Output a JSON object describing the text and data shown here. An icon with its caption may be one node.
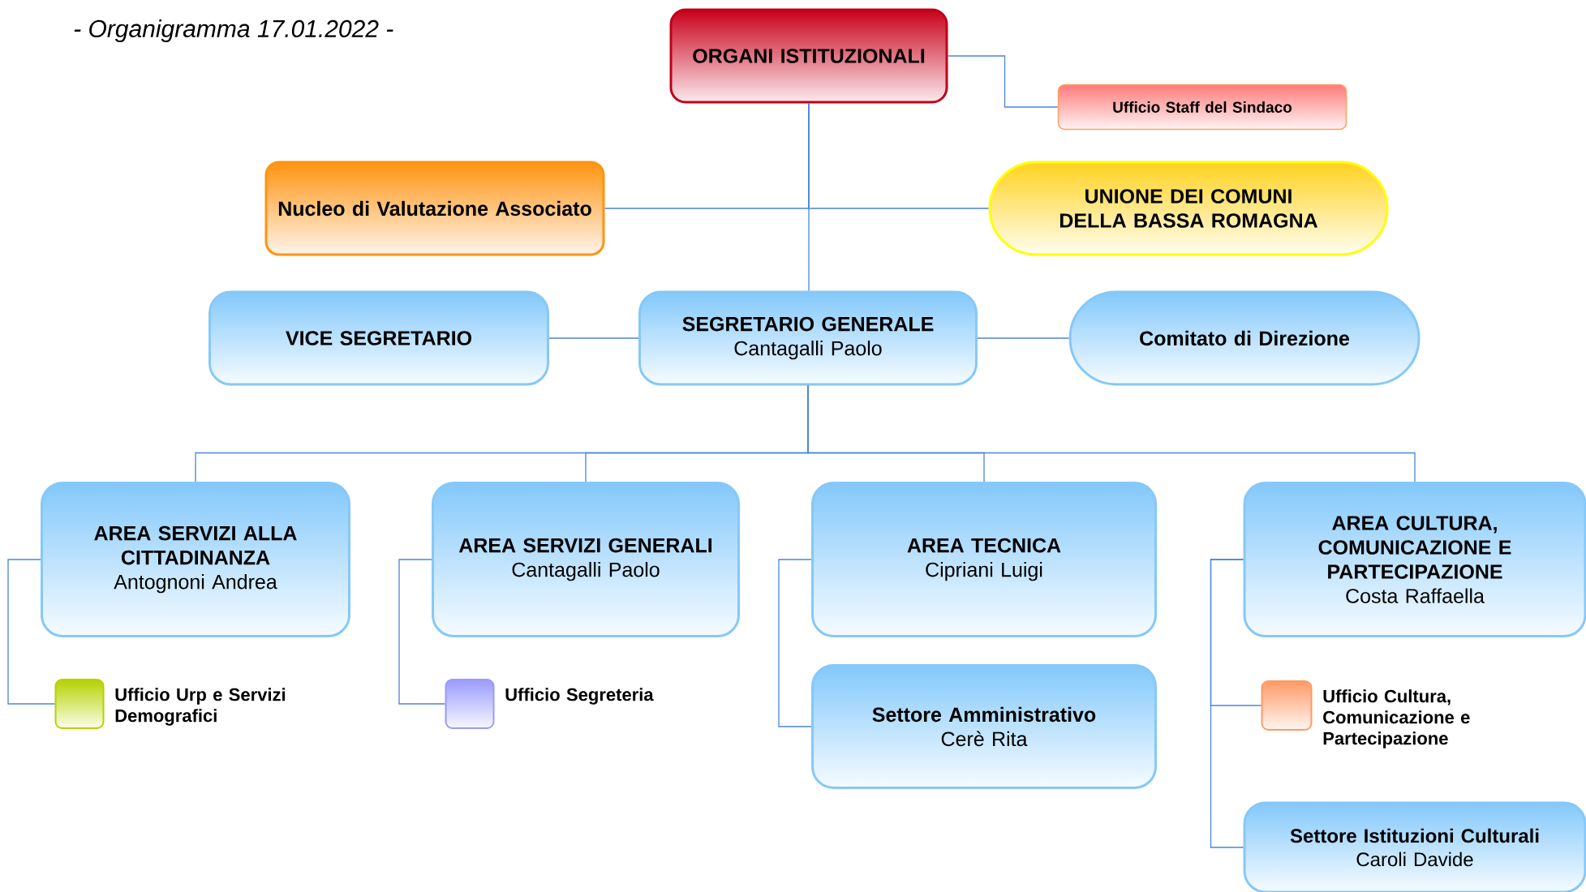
{
  "diagram": {
    "title": "- Organigramma 17.01.2022 -",
    "nodes": [
      {
        "text": [
          "ORGANI ISTITUZIONALI"
        ]
      },
      {
        "text": [
          "Ufficio Staff del Sindaco"
        ]
      },
      {
        "text": [
          "Nucleo di Valutazione Associato"
        ]
      },
      {
        "text": [
          "UNIONE DEI COMUNI DELLA BASSA ROMAGNA"
        ]
      },
      {
        "text": [
          "VICE SEGRETARIO"
        ]
      },
      {
        "text": [
          "SEGRETARIO GENERALE",
          "Cantagalli Paolo"
        ]
      },
      {
        "text": [
          "Comitato di Direzione"
        ]
      },
      {
        "text": [
          "AREA SERVIZI ALLA CITTADINANZA",
          "Antognoni Andrea"
        ]
      },
      {
        "text": [
          "Ufficio Urp e Servizi Demografici"
        ]
      },
      {
        "text": [
          "AREA SERVIZI GENERALI",
          "Cantagalli Paolo"
        ]
      },
      {
        "text": [
          "Ufficio Segreteria"
        ]
      },
      {
        "text": [
          "AREA TECNICA",
          "Cipriani Luigi"
        ]
      },
      {
        "text": [
          "Settore Amministrativo",
          "Cerè Rita"
        ]
      },
      {
        "text": [
          "AREA CULTURA, COMUNICAZIONE E PARTECIPAZIONE",
          "Costa Raffaella"
        ]
      },
      {
        "text": [
          "Ufficio Cultura, Comunicazione e Partecipazione"
        ]
      },
      {
        "text": [
          "Settore Istituzioni Culturali",
          "Caroli Davide"
        ]
      }
    ],
    "edges": [
      {
        "from": 0,
        "to": 1,
        "arrow": "none"
      },
      {
        "from": 0,
        "to": 2,
        "arrow": "none"
      },
      {
        "from": 0,
        "to": 3,
        "arrow": "none"
      },
      {
        "from": 0,
        "to": 5,
        "arrow": "none"
      },
      {
        "from": 5,
        "to": 4,
        "arrow": "none"
      },
      {
        "from": 5,
        "to": 6,
        "arrow": "none"
      },
      {
        "from": 5,
        "to": 7,
        "arrow": "none"
      },
      {
        "from": 5,
        "to": 9,
        "arrow": "none"
      },
      {
        "from": 5,
        "to": 11,
        "arrow": "none"
      },
      {
        "from": 5,
        "to": 13,
        "arrow": "none"
      },
      {
        "from": 7,
        "to": 8,
        "arrow": "none"
      },
      {
        "from": 9,
        "to": 10,
        "arrow": "none"
      },
      {
        "from": 11,
        "to": 12,
        "arrow": "none"
      },
      {
        "from": 13,
        "to": 14,
        "arrow": "none"
      },
      {
        "from": 13,
        "to": 15,
        "arrow": "none"
      }
    ]
  }
}
